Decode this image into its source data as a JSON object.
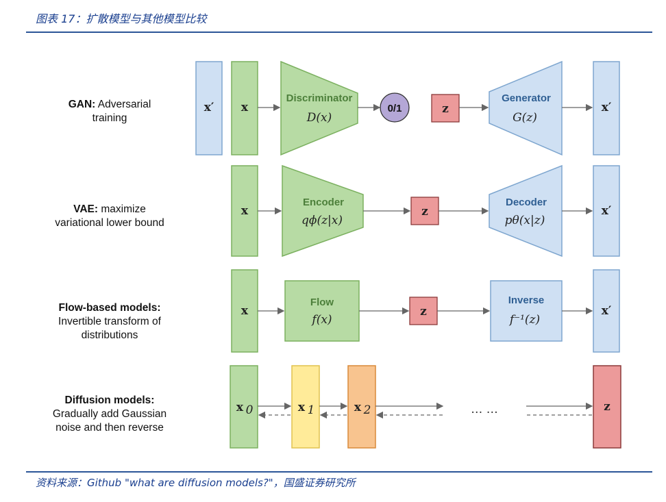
{
  "header": {
    "title": "图表 17：扩散模型与其他模型比较"
  },
  "footer": {
    "source": "资料来源：Github \"what are diffusion models?\"，国盛证券研究所"
  },
  "rows": {
    "gan": {
      "name": "GAN:",
      "desc": " Adversarial",
      "desc2": "training"
    },
    "vae": {
      "name": "VAE:",
      "desc": " maximize",
      "desc2": "variational lower bound"
    },
    "flow": {
      "name": "Flow-based models:",
      "desc": "Invertible transform of",
      "desc2": "distributions"
    },
    "diff": {
      "name": "Diffusion models:",
      "desc": "Gradually add Gaussian",
      "desc2": "noise and then reverse"
    }
  },
  "diagram": {
    "x": "x",
    "x_prime": "x′",
    "z": "z",
    "x0": "x",
    "x0_sub": "0",
    "x1": "x",
    "x1_sub": "1",
    "x2": "x",
    "x2_sub": "2",
    "discriminator": "Discriminator",
    "discriminator_fn": "D(x)",
    "out": "0/1",
    "generator": "Generator",
    "generator_fn": "G(z)",
    "encoder": "Encoder",
    "encoder_fn": "qϕ(z|x)",
    "decoder": "Decoder",
    "decoder_fn": "pθ(x|z)",
    "flow": "Flow",
    "flow_fn": "f(x)",
    "inverse": "Inverse",
    "inverse_fn": "f⁻¹(z)",
    "ellipsis": "… …"
  },
  "colors": {
    "green": "#b7dba4",
    "green_stroke": "#7bb05f",
    "blue": "#cfe0f3",
    "blue_stroke": "#7ea6cf",
    "red": "#ec9a9a",
    "red_stroke": "#8b3a3a",
    "purple": "#b4a7d6",
    "yellow": "#ffeb99",
    "orange": "#f8c48f",
    "header_blue": "#1a3f8f"
  }
}
